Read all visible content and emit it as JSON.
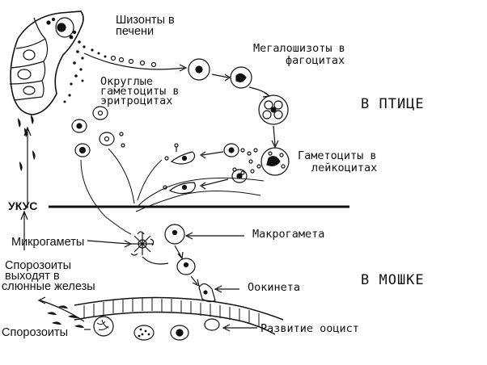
{
  "labels": {
    "schizonts_liver": [
      "Шизонты в",
      "печени"
    ],
    "megaloschizonts": [
      "Мегалошизоты в",
      "фагоцитах"
    ],
    "round_gametocytes": [
      "Округлые",
      "гаметоциты в",
      "эритроцитах"
    ],
    "in_bird": "В ПТИЦЕ",
    "gametocytes_leukocytes": [
      "Гаметоциты в",
      "лейкоцитах"
    ],
    "bite": "УКУС",
    "microgametes": "Микрогаметы",
    "macrogamete": "Макрогамета",
    "sporozoites_exit": [
      "Спорозоиты",
      "выходят в",
      "слюнные железы"
    ],
    "ookinete": "Оокинета",
    "in_mosquito": "В МОШКЕ",
    "sporozoites": "Спорозоиты",
    "oocyst_development": "Развитие ооцист"
  },
  "colors": {
    "ink": "#111111",
    "background": "#ffffff"
  }
}
